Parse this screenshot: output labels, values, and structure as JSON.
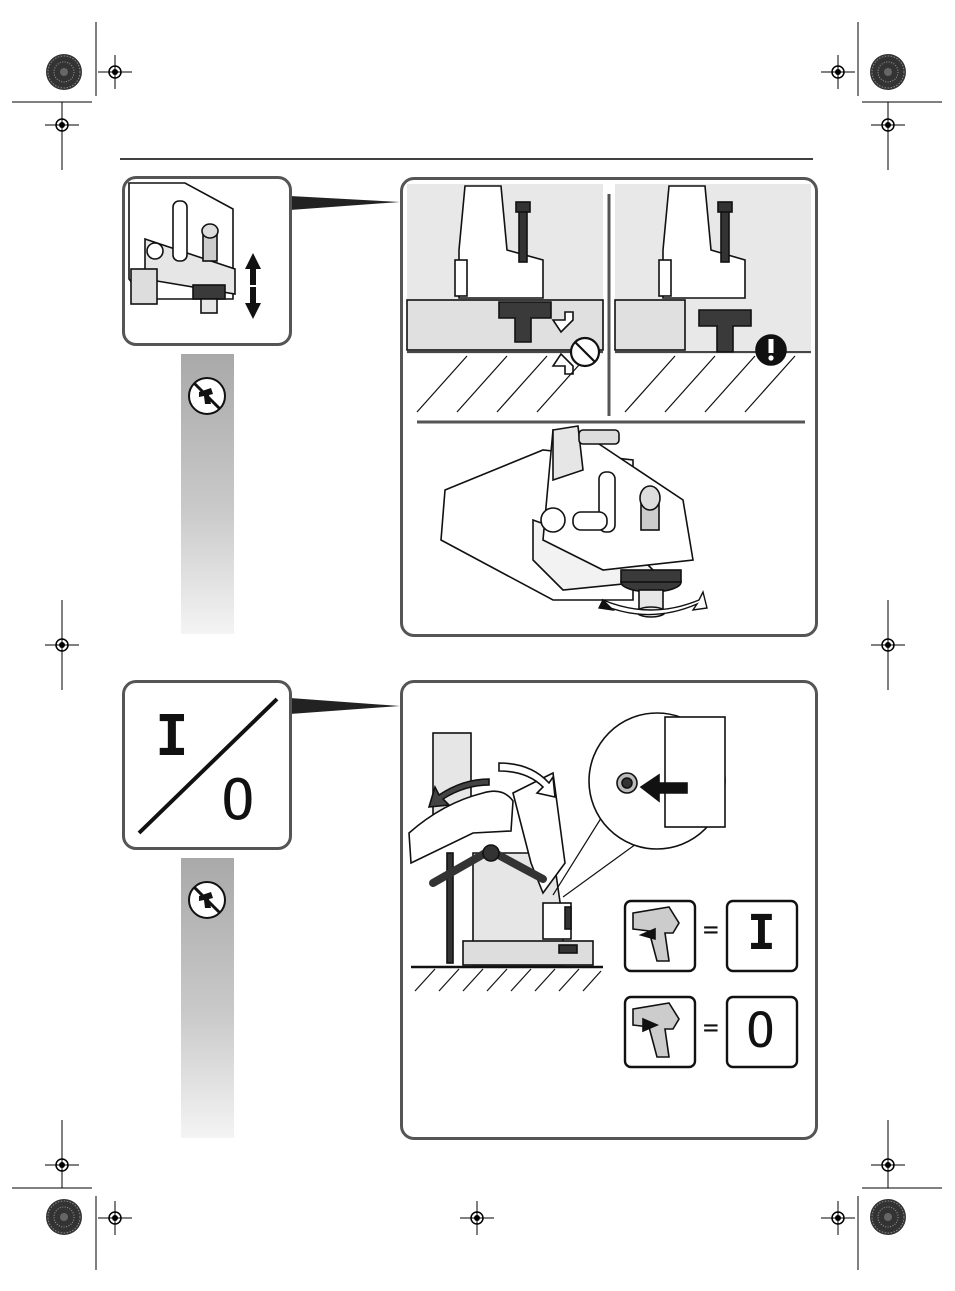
{
  "switch_panel": {
    "on_symbol": "I",
    "off_symbol": "O"
  },
  "legend": {
    "equals": "=",
    "on_symbol": "I",
    "off_symbol": "O"
  },
  "colors": {
    "frame": "#555555",
    "strip_top": "#a9a9a9",
    "strip_bottom": "#f4f4f4",
    "ink": "#111111",
    "fill_light": "#e6e6e6",
    "fill_dark": "#3a3a3a"
  },
  "icons": [
    "registration-mark-icon",
    "color-bar-wheel-icon",
    "no-power-tool-icon",
    "up-down-arrow-icon",
    "prohibited-icon",
    "attention-icon",
    "rotate-arrows-icon",
    "switch-press-arrow-icon",
    "drill-on-icon",
    "drill-off-icon"
  ]
}
